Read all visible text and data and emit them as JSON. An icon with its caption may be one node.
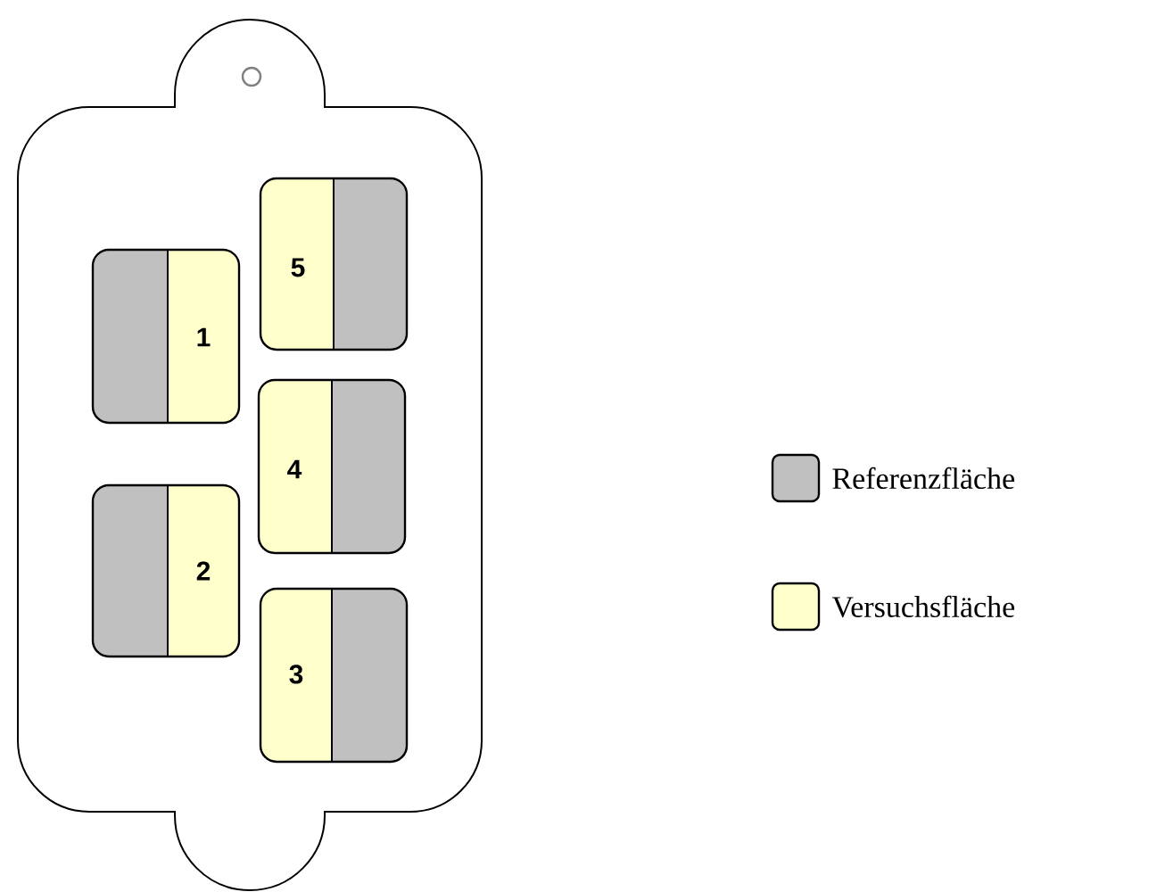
{
  "diagram": {
    "nodes": [
      {
        "text": [],
        "shape": "box"
      },
      {
        "text": [
          "5"
        ],
        "in": 0
      },
      {
        "text": [
          "1"
        ],
        "in": 0
      },
      {
        "text": [
          "4"
        ],
        "in": 0
      },
      {
        "text": [
          "2"
        ],
        "in": 0
      },
      {
        "text": [
          "3"
        ],
        "in": 0
      }
    ],
    "legend": [
      {
        "text": "Referenzfläche",
        "color": "#c0c0c0"
      },
      {
        "text": "Versuchsfläche",
        "color": "#ffffcc"
      }
    ]
  }
}
